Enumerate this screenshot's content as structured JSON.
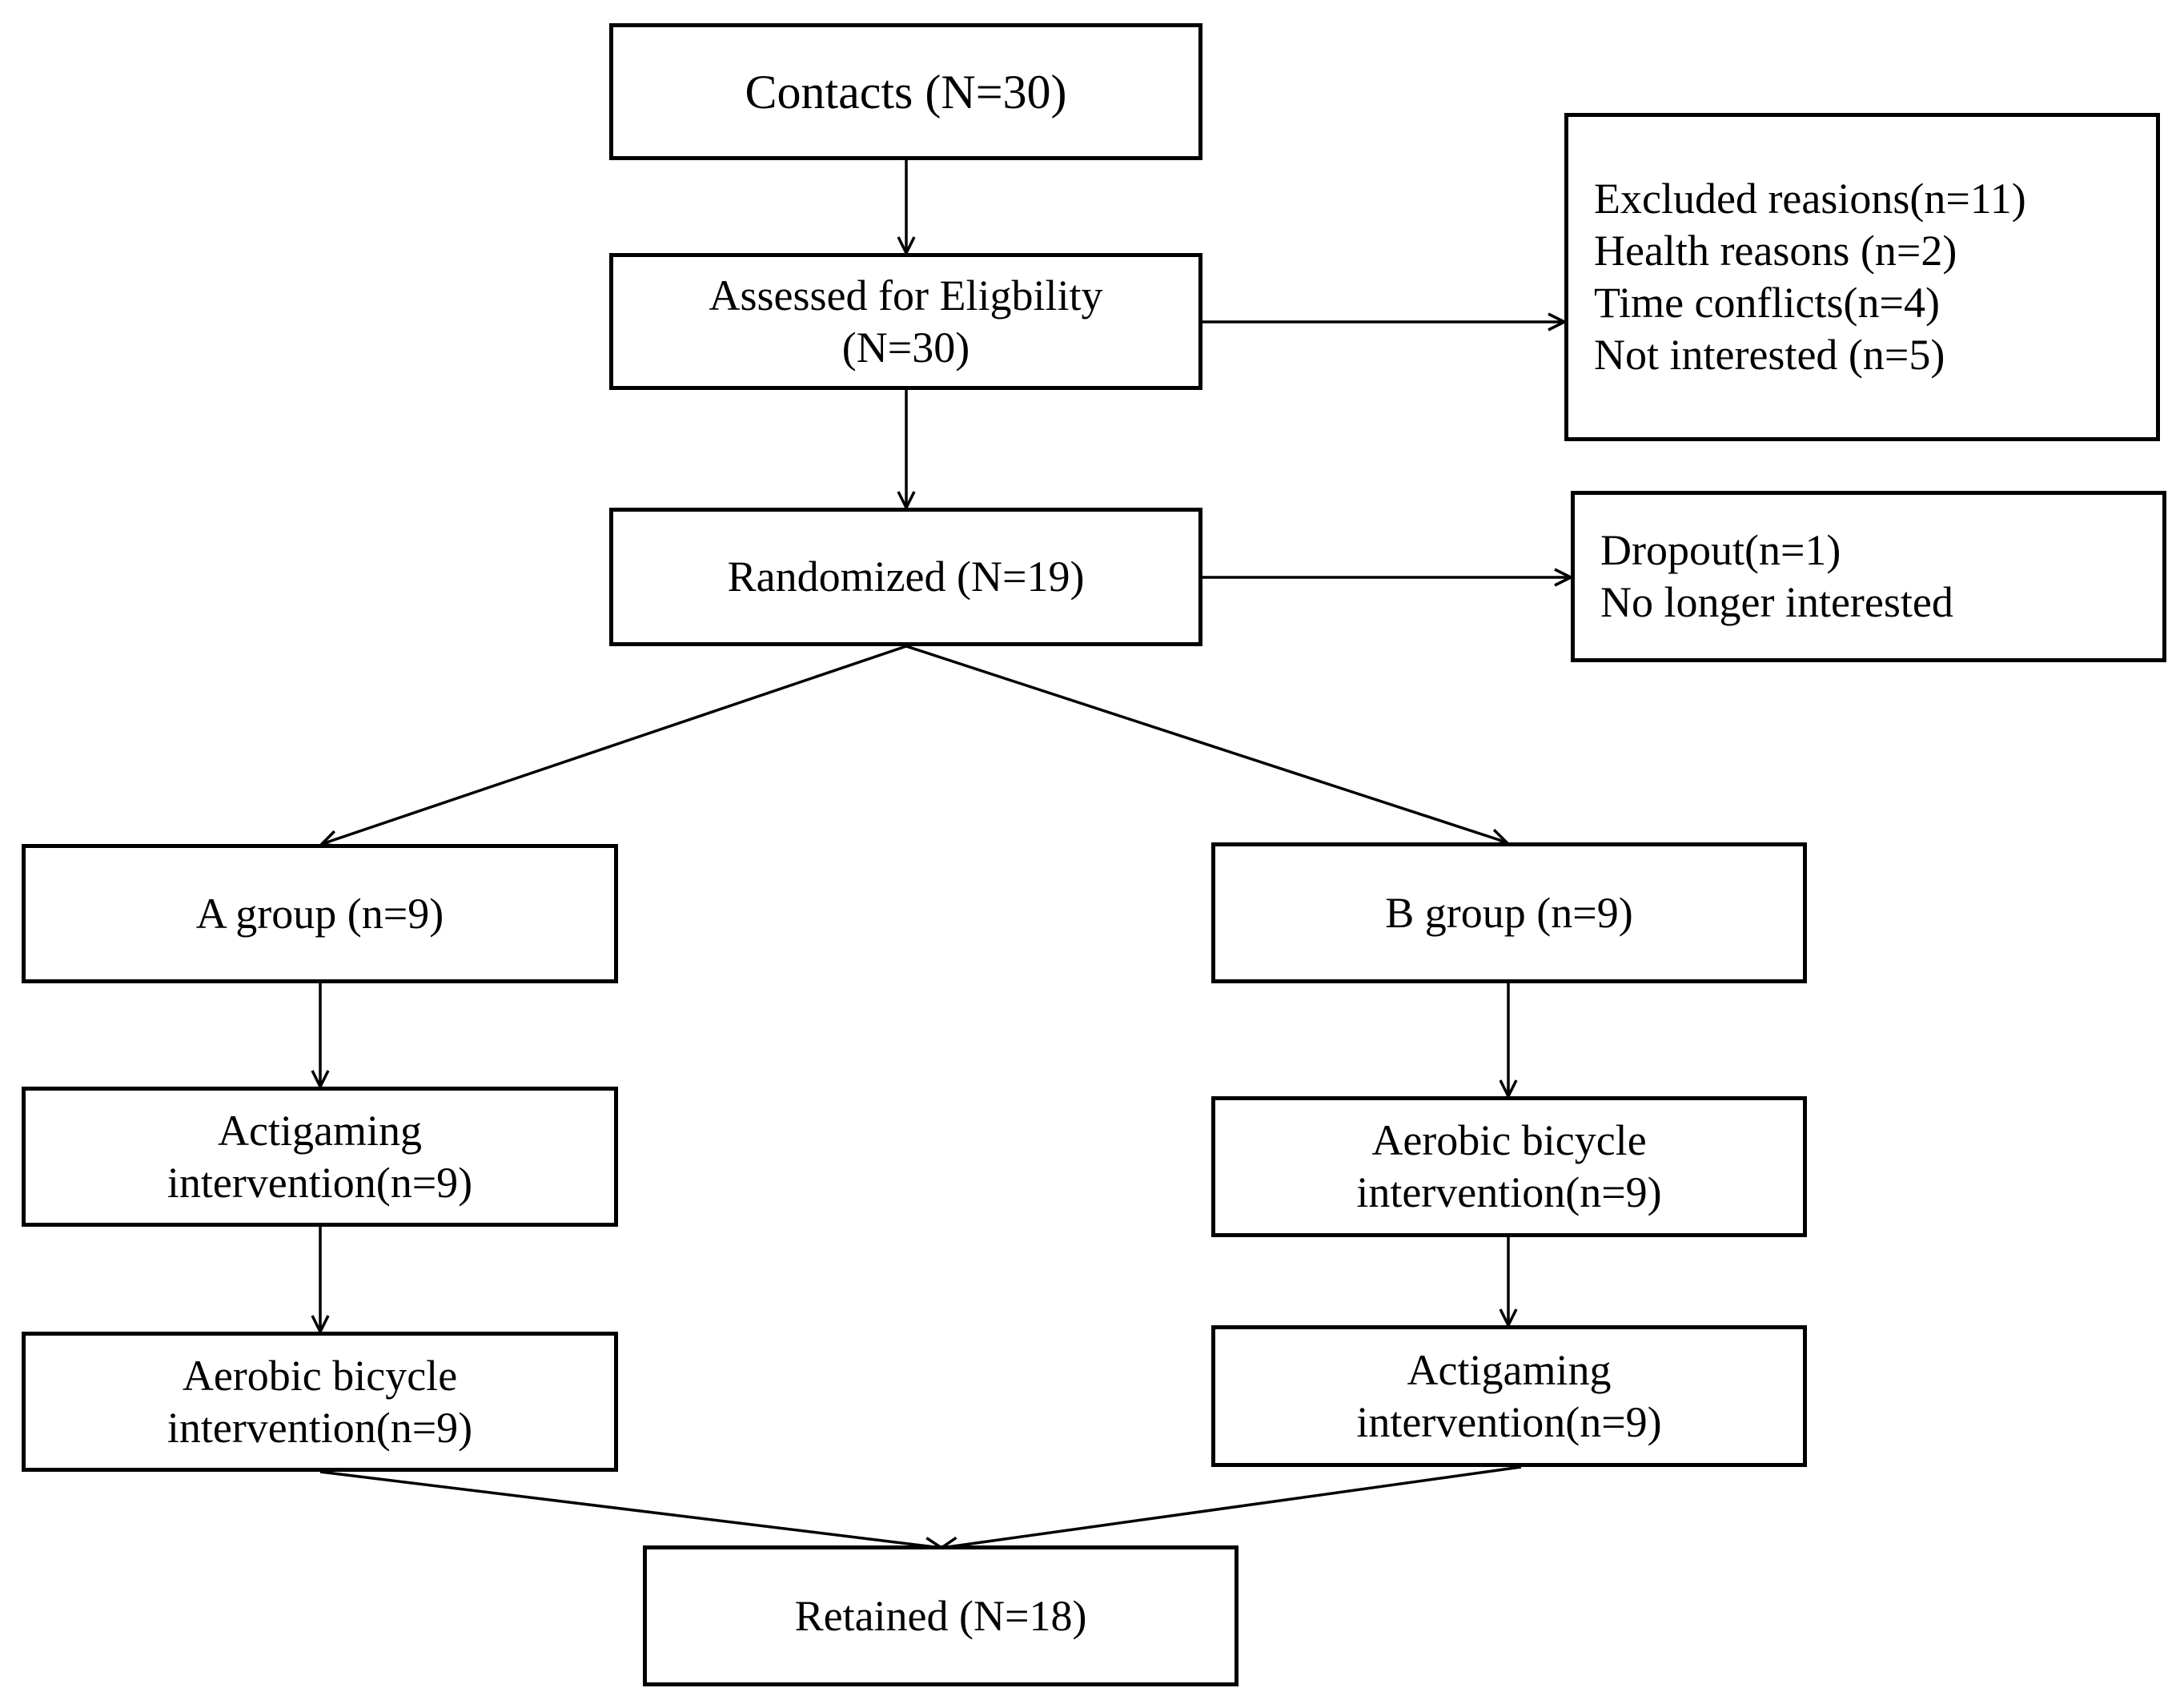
{
  "flow": {
    "contacts": {
      "lines": [
        "Contacts (N=30)"
      ]
    },
    "assessed": {
      "lines": [
        "Assessed for Eligbility",
        "(N=30)"
      ]
    },
    "excluded": {
      "lines": [
        "Excluded reasions(n=11)",
        "Health reasons (n=2)",
        "Time conflicts(n=4)",
        "Not interested (n=5)"
      ]
    },
    "randomized": {
      "lines": [
        "Randomized (N=19)"
      ]
    },
    "dropout": {
      "lines": [
        "Dropout(n=1)",
        "No longer interested"
      ]
    },
    "group_a": {
      "lines": [
        "A group (n=9)"
      ]
    },
    "group_b": {
      "lines": [
        "B group (n=9)"
      ]
    },
    "a_first": {
      "lines": [
        "Actigaming",
        "intervention(n=9)"
      ]
    },
    "a_second": {
      "lines": [
        "Aerobic bicycle",
        "intervention(n=9)"
      ]
    },
    "b_first": {
      "lines": [
        "Aerobic bicycle",
        "intervention(n=9)"
      ]
    },
    "b_second": {
      "lines": [
        "Actigaming",
        "intervention(n=9)"
      ]
    },
    "retained": {
      "lines": [
        "Retained (N=18)"
      ]
    }
  }
}
